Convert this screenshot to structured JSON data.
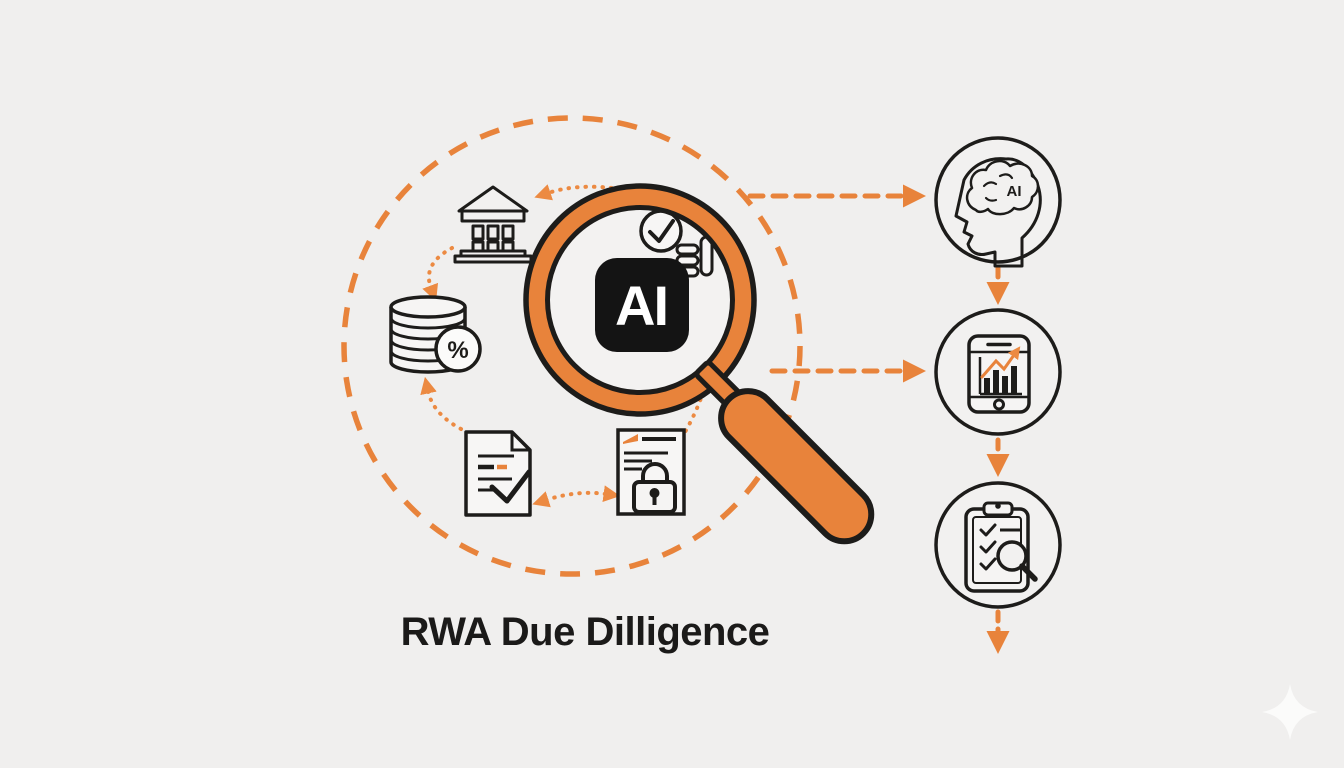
{
  "title": "RWA Due Dilligence",
  "colors": {
    "background": "#f0efee",
    "accent_orange": "#e8833b",
    "outline_black": "#1d1c1a",
    "ai_badge_black": "#141414",
    "white": "#ffffff"
  },
  "magnifier": {
    "ai_label": "AI",
    "icon": "magnifying-glass-icon"
  },
  "left_cluster": {
    "percent_label": "%",
    "icons": [
      "bank-icon",
      "coins-percent-icon",
      "check-circle-icon",
      "coin-stack-icon",
      "document-check-icon",
      "document-lock-icon"
    ]
  },
  "right_column": {
    "items": [
      {
        "icon": "ai-head-brain-icon",
        "label": "AI"
      },
      {
        "icon": "phone-analytics-icon"
      },
      {
        "icon": "clipboard-inspection-icon"
      }
    ]
  },
  "decorations": [
    "dashed-orbit-circle",
    "dashed-flow-arrows",
    "sparkle"
  ]
}
